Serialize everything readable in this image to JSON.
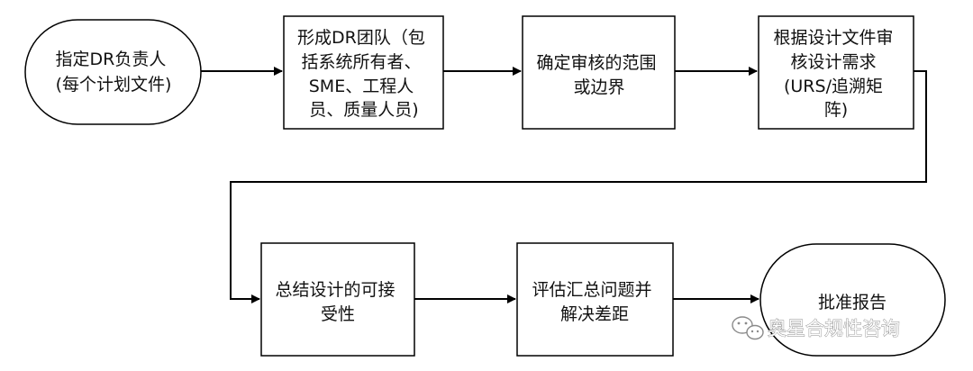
{
  "nodes": [
    {
      "id": "n1",
      "lines": [
        "指定DR负责人",
        "(每个计划文件)"
      ]
    },
    {
      "id": "n2",
      "lines": [
        "形成DR团队（包",
        "括系统所有者、",
        "SME、工程人",
        "员、质量人员)"
      ]
    },
    {
      "id": "n3",
      "lines": [
        "确定审核的范围",
        "或边界"
      ]
    },
    {
      "id": "n4",
      "lines": [
        "根据设计文件审",
        "核设计需求",
        "(URS/追溯矩",
        "阵)"
      ]
    },
    {
      "id": "n5",
      "lines": [
        "总结设计的可接",
        "受性"
      ]
    },
    {
      "id": "n6",
      "lines": [
        "评估汇总问题并",
        "解决差距"
      ]
    },
    {
      "id": "n7",
      "lines": [
        "批准报告"
      ]
    }
  ],
  "watermark": {
    "text": "奥星合规性咨询",
    "icon": "wechat-icon"
  }
}
